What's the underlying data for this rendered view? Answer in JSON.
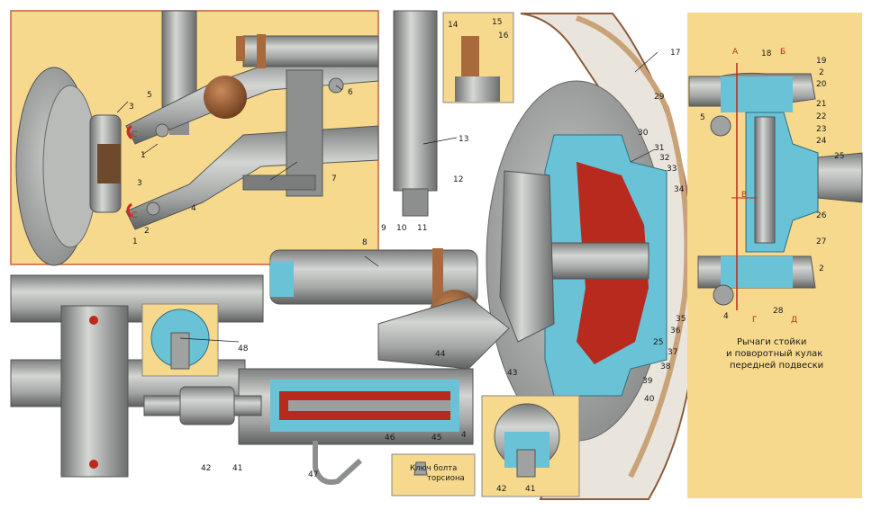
{
  "colors": {
    "panel_bg": "#f6d98c",
    "steel": "#a7aaa8",
    "steel_dark": "#6f7271",
    "bronze": "#a86a3c",
    "section_blue": "#69c2d6",
    "section_red": "#b8291e",
    "tire": "#c9a277",
    "leader": "#1a1a1a"
  },
  "inset_top_left": {
    "labels": [
      "1",
      "1",
      "2",
      "3",
      "3",
      "4",
      "5",
      "6",
      "7",
      "С",
      "С"
    ]
  },
  "main_view": {
    "labels": [
      "8",
      "9",
      "10",
      "11",
      "12",
      "13",
      "14",
      "15",
      "16",
      "17",
      "29",
      "30",
      "31",
      "32",
      "33",
      "34",
      "35",
      "36",
      "37",
      "25",
      "38",
      "39",
      "40",
      "43",
      "44",
      "45",
      "46",
      "47",
      "48",
      "4",
      "41",
      "42",
      "41",
      "42"
    ]
  },
  "tool_inset": {
    "caption": [
      "Ключ болта",
      "торсиона"
    ]
  },
  "right_panel": {
    "labels": [
      "5",
      "18",
      "19",
      "2",
      "20",
      "21",
      "22",
      "23",
      "24",
      "25",
      "26",
      "27",
      "2",
      "4",
      "28"
    ],
    "red_letters": [
      "А",
      "Б",
      "В",
      "Г",
      "Д"
    ],
    "caption": [
      "Рычаги стойки",
      "и поворотный кулак",
      "передней подвески"
    ]
  }
}
